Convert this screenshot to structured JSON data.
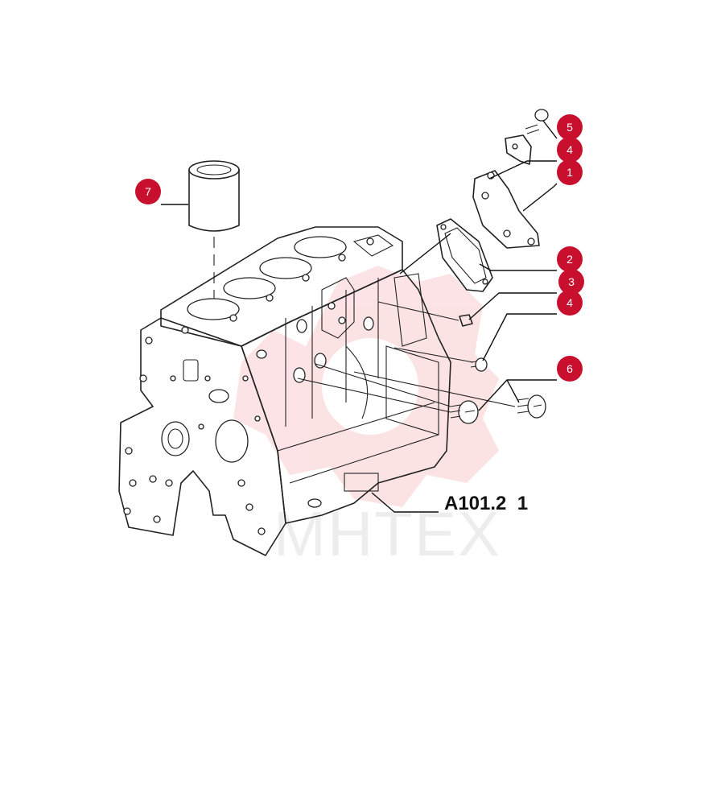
{
  "colors": {
    "callout": "#c8102e",
    "watermark": "#e8303a",
    "ink": "#222222"
  },
  "callouts": [
    {
      "id": "c5",
      "label": "5"
    },
    {
      "id": "c4a",
      "label": "4"
    },
    {
      "id": "c1",
      "label": "1"
    },
    {
      "id": "c7",
      "label": "7"
    },
    {
      "id": "c2",
      "label": "2"
    },
    {
      "id": "c3",
      "label": "3"
    },
    {
      "id": "c4b",
      "label": "4"
    },
    {
      "id": "c6",
      "label": "6"
    }
  ],
  "diagram": {
    "reference_code": "A101.2  1"
  },
  "watermark": {
    "text": "MHTEX"
  }
}
